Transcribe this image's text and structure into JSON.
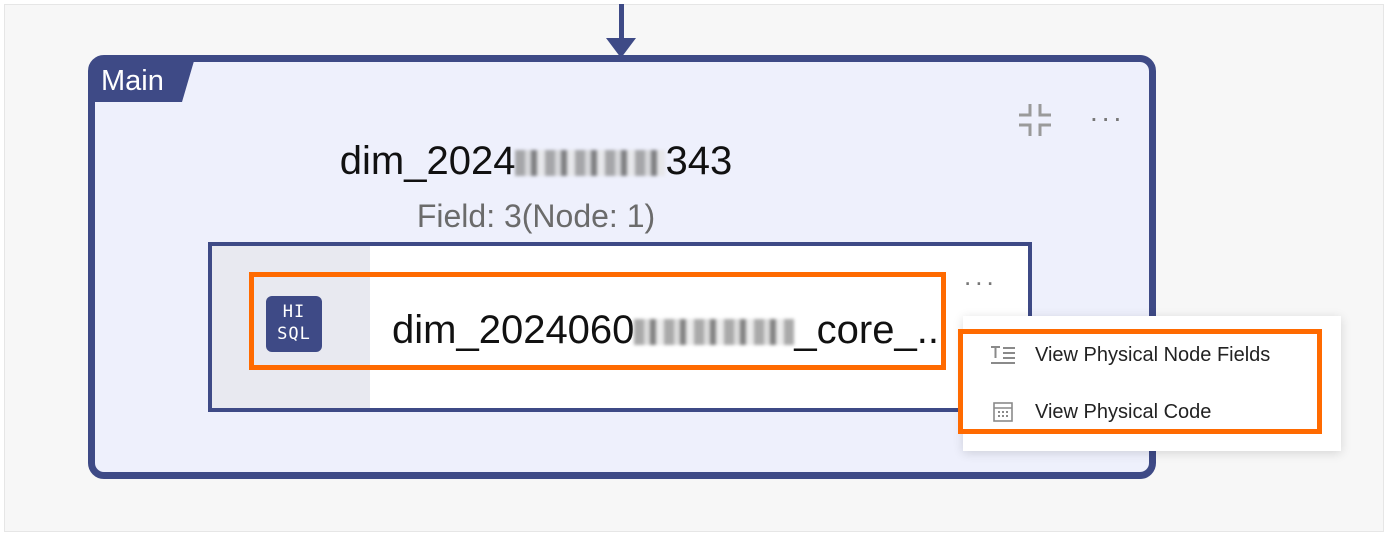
{
  "group": {
    "tag": "Main",
    "title_prefix": "dim_2024",
    "title_suffix": "343",
    "subtitle": "Field: 3(Node: 1)",
    "more": "..."
  },
  "node": {
    "badge_line1": "HI",
    "badge_line2": "SQL",
    "name_prefix": "dim_2024060",
    "name_suffix": "_core_..",
    "more": "..."
  },
  "context_menu": {
    "items": [
      {
        "label": "View Physical Node Fields",
        "icon": "field-list-icon"
      },
      {
        "label": "View Physical Code",
        "icon": "code-grid-icon"
      }
    ]
  },
  "colors": {
    "accent": "#3e4a86",
    "highlight": "#ff6a00",
    "group_bg": "#eef0fc"
  }
}
